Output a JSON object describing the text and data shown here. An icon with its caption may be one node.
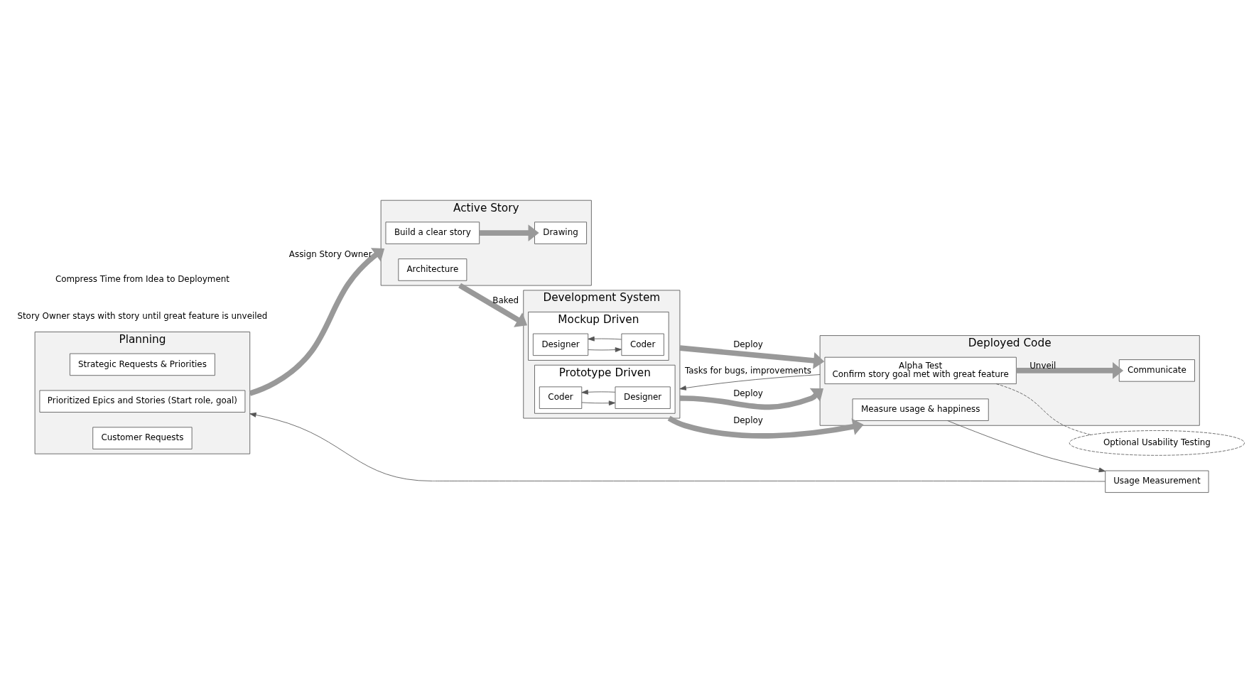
{
  "diagram": {
    "nodes": [
      {
        "text": [
          "Planning"
        ]
      },
      {
        "text": [
          "Strategic Requests & Priorities"
        ],
        "in": 0
      },
      {
        "text": [
          "Prioritized Epics and Stories (Start role, goal)"
        ],
        "in": 0
      },
      {
        "text": [
          "Customer Requests"
        ],
        "in": 0
      },
      {
        "text": [
          "Active Story"
        ]
      },
      {
        "text": [
          "Build a clear story"
        ],
        "in": 4
      },
      {
        "text": [
          "Drawing"
        ],
        "in": 4
      },
      {
        "text": [
          "Architecture"
        ],
        "in": 4
      },
      {
        "text": [
          "Development System"
        ]
      },
      {
        "text": [
          "Mockup Driven"
        ],
        "in": 8
      },
      {
        "text": [
          "Designer"
        ],
        "in": 9
      },
      {
        "text": [
          "Coder"
        ],
        "in": 9
      },
      {
        "text": [
          "Prototype Driven"
        ],
        "in": 8
      },
      {
        "text": [
          "Coder"
        ],
        "in": 12
      },
      {
        "text": [
          "Designer"
        ],
        "in": 12
      },
      {
        "text": [
          "Deployed Code"
        ]
      },
      {
        "text": [
          "Alpha Test",
          "Confirm story goal met with great feature"
        ],
        "in": 15
      },
      {
        "text": [
          "Communicate"
        ],
        "in": 15
      },
      {
        "text": [
          "Measure usage & happiness"
        ],
        "in": 15
      },
      {
        "text": [
          "Optional Usability Testing"
        ]
      },
      {
        "text": [
          "Usage Measurement"
        ]
      }
    ],
    "edges": [
      {
        "from": 0,
        "to": 4,
        "arrow": "to",
        "label": "Assign Story Owner",
        "style": "thick"
      },
      {
        "from": 5,
        "to": 6,
        "arrow": "to",
        "style": "thick"
      },
      {
        "from": 4,
        "to": 8,
        "arrow": "to",
        "label": "Baked",
        "style": "thick"
      },
      {
        "from": 10,
        "to": 11,
        "arrow": "to"
      },
      {
        "from": 11,
        "to": 10,
        "arrow": "to"
      },
      {
        "from": 13,
        "to": 14,
        "arrow": "to"
      },
      {
        "from": 14,
        "to": 13,
        "arrow": "to"
      },
      {
        "from": 8,
        "to": 15,
        "arrow": "to",
        "label": "Deploy",
        "style": "thick"
      },
      {
        "from": 8,
        "to": 15,
        "arrow": "to",
        "label": "Deploy",
        "style": "thick"
      },
      {
        "from": 8,
        "to": 15,
        "arrow": "to",
        "label": "Deploy",
        "style": "thick"
      },
      {
        "from": 15,
        "to": 8,
        "arrow": "to",
        "label": "Tasks for bugs, improvements"
      },
      {
        "from": 16,
        "to": 17,
        "arrow": "to",
        "label": "Unveil",
        "style": "thick"
      },
      {
        "from": 16,
        "to": 19,
        "arrow": "none",
        "style": "dashed"
      },
      {
        "from": 18,
        "to": 20,
        "arrow": "to"
      },
      {
        "from": 20,
        "to": 0,
        "arrow": "to"
      }
    ],
    "labels": [
      "Story Owner stays with story until great feature is unveiled",
      "Compress Time from Idea to Deployment"
    ]
  }
}
